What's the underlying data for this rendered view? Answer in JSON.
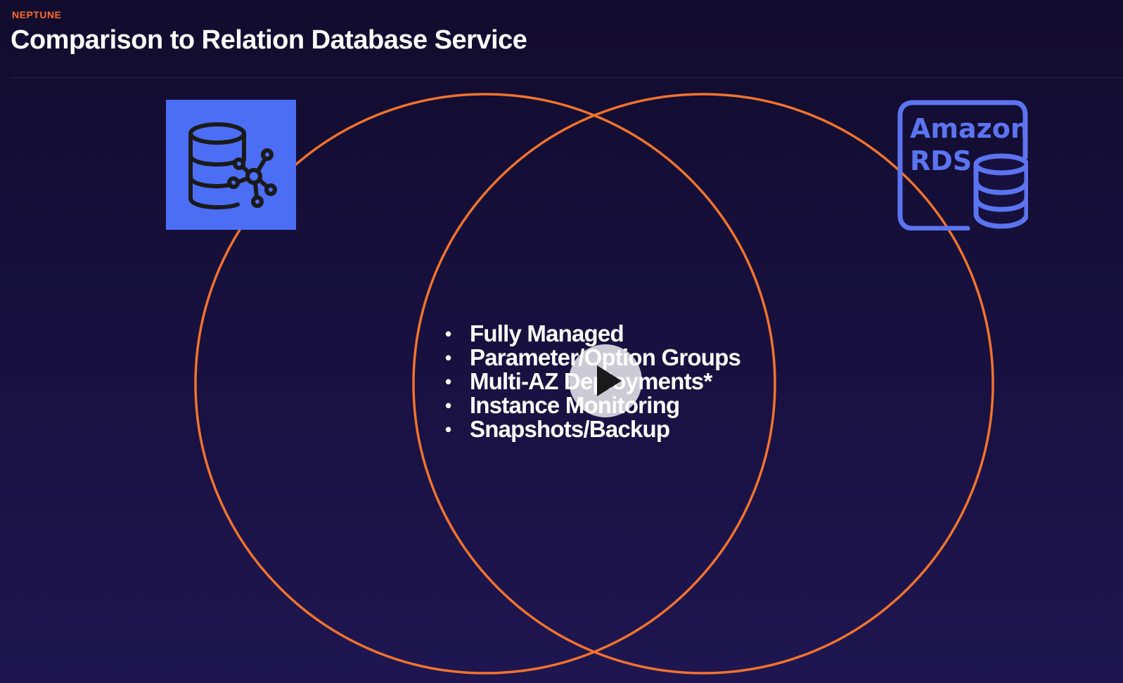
{
  "header": {
    "eyebrow": "NEPTUNE",
    "title": "Comparison to Relation Database Service"
  },
  "diagram": {
    "left_icon": "neptune-graph-database-icon",
    "right_icon": "amazon-rds-icon",
    "right_icon_text_line1": "Amazon",
    "right_icon_text_line2": "RDS",
    "shared_features": [
      "Fully Managed",
      "Parameter/Option Groups",
      "Multi-AZ Deployments*",
      "Instance Monitoring",
      "Snapshots/Backup"
    ]
  },
  "video": {
    "control_icon": "play-icon"
  },
  "colors": {
    "background": "#17103d",
    "accent_orange": "#ff6b2c",
    "circle_stroke": "#f0732e",
    "neptune_blue": "#4c6ef5",
    "rds_blue": "#5b74f0",
    "text": "#ffffff"
  }
}
